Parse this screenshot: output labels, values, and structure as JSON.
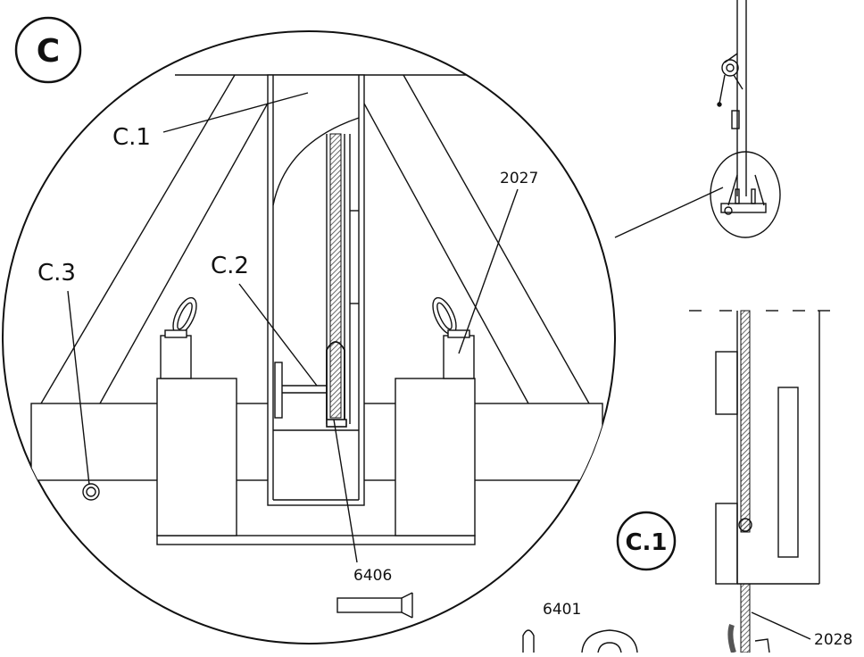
{
  "badges": {
    "detail": "C",
    "detail_sub": "C.1"
  },
  "callouts": {
    "c1": "C.1",
    "c2": "C.2",
    "c3": "C.3",
    "p2027": "2027",
    "p6406": "6406",
    "p6401": "6401",
    "p2028": "2028"
  },
  "colors": {
    "line": "#111111",
    "hatch": "#444444",
    "background": "#ffffff"
  }
}
